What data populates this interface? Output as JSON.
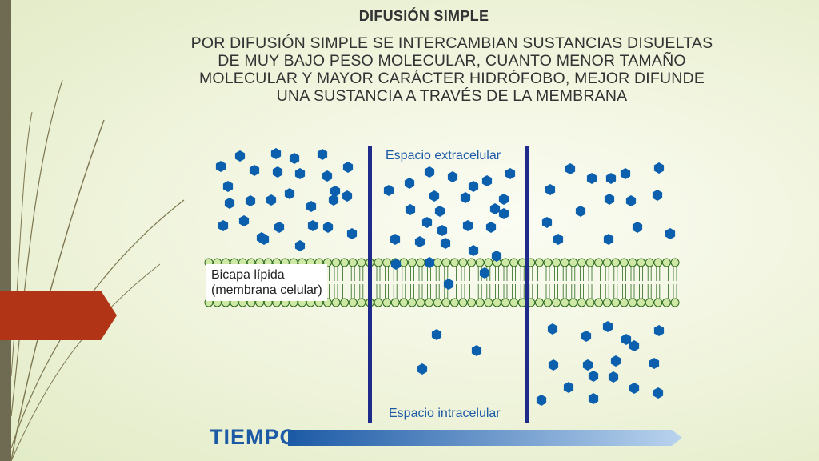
{
  "title": "DIFUSIÓN  SIMPLE",
  "body_lines": [
    "POR DIFUSIÓN SIMPLE SE INTERCAMBIAN SUSTANCIAS DISUELTAS",
    "DE MUY BAJO PESO MOLECULAR, CUANTO MENOR TAMAÑO",
    "MOLECULAR Y MAYOR CARÁCTER HIDRÓFOBO, MEJOR DIFUNDE",
    "UNA SUSTANCIA A TRAVÉS DE LA MEMBRANA"
  ],
  "diagram": {
    "extracellular_label": "Espacio extracelular",
    "intracellular_label": "Espacio intracelular",
    "bilayer_label_line1": "Bicapa lípida",
    "bilayer_label_line2": "(membrana celular)",
    "time_label": "TIEMPO"
  },
  "colors": {
    "molecule": "#0b5fad",
    "divider": "#1e2b8a",
    "lipid_head_fill": "#cfe8a6",
    "lipid_head_stroke": "#2b6a1c",
    "accent_red": "#b23416",
    "sidebar": "#6f6a52",
    "time_blue": "#1c5aa6"
  }
}
